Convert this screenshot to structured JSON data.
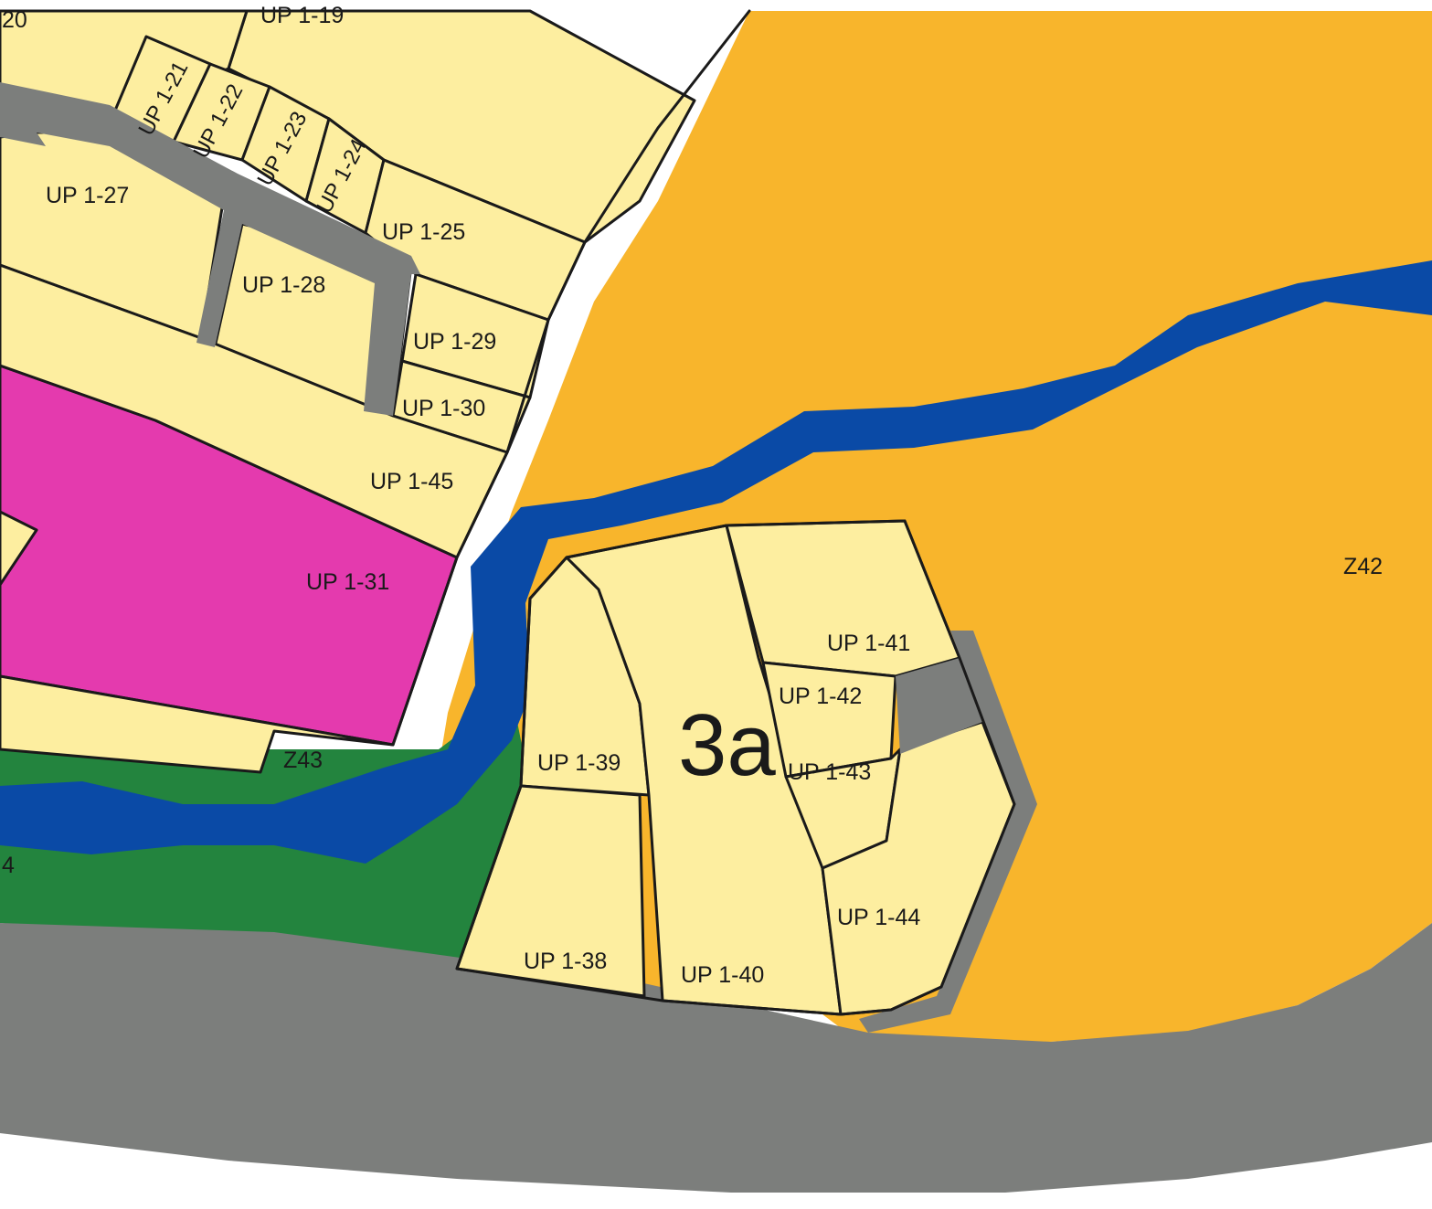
{
  "colors": {
    "zone_orange": "#F8B52C",
    "parcel_yellow": "#FDEEA0",
    "commercial_magenta": "#E43AAE",
    "river_blue": "#0A4AA6",
    "green_strip": "#23843E",
    "road_gray": "#7C7E7C",
    "outline": "#1A1A1A"
  },
  "map": {
    "block_label": "3a",
    "zones": [
      "Z42",
      "Z43"
    ],
    "edge_fragments": [
      "20",
      "4"
    ],
    "parcels": [
      "UP 1-19",
      "UP 1-21",
      "UP 1-22",
      "UP 1-23",
      "UP 1-24",
      "UP 1-25",
      "UP 1-27",
      "UP 1-28",
      "UP 1-29",
      "UP 1-30",
      "UP 1-31",
      "UP 1-38",
      "UP 1-39",
      "UP 1-40",
      "UP 1-41",
      "UP 1-42",
      "UP 1-43",
      "UP 1-44",
      "UP 1-45"
    ]
  }
}
